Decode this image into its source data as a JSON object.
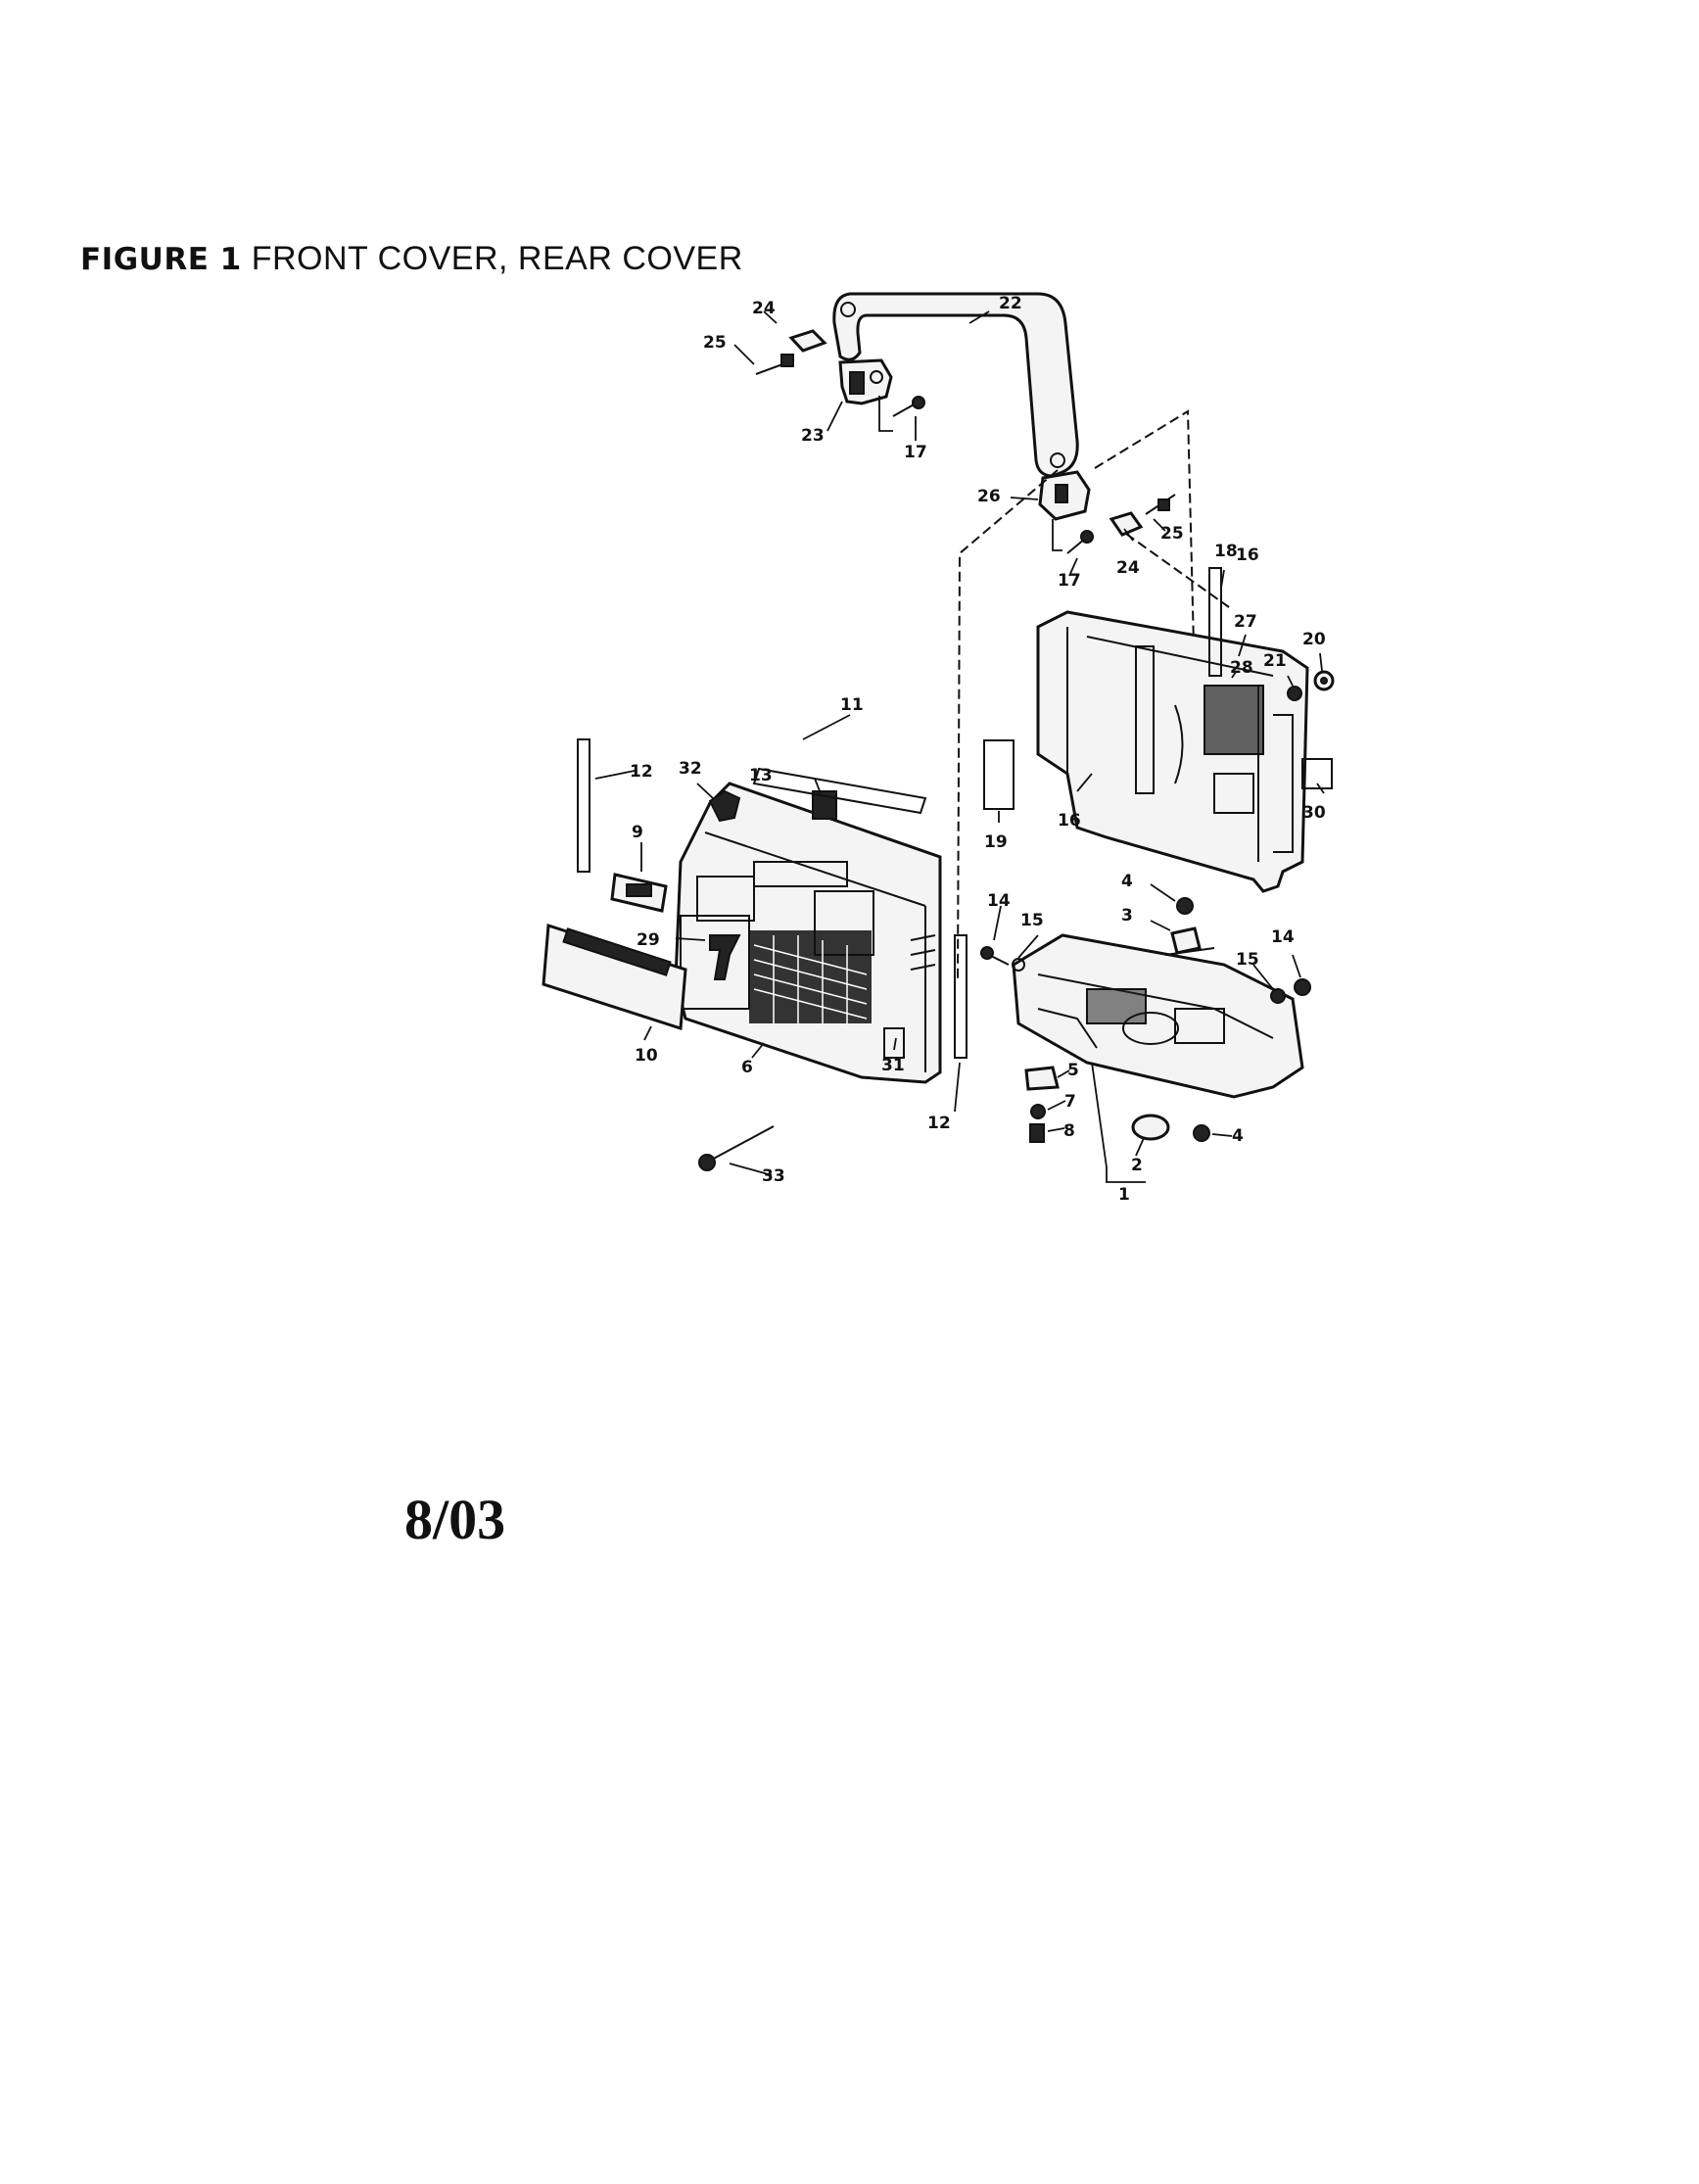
{
  "figure": {
    "number": "FIGURE 1",
    "name": "FRONT COVER, REAR COVER"
  },
  "date_code": "8/03",
  "callouts": {
    "c1": "1",
    "c2": "2",
    "c3": "3",
    "c4a": "4",
    "c4b": "4",
    "c5": "5",
    "c7": "7",
    "c8": "8",
    "c6": "6",
    "c9": "9",
    "c10": "10",
    "c11": "11",
    "c12a": "12",
    "c12b": "12",
    "c13": "13",
    "c14a": "14",
    "c14b": "14",
    "c15a": "15",
    "c15b": "15",
    "c16a": "16",
    "c16b": "16",
    "c17a": "17",
    "c17b": "17",
    "c18": "18",
    "c19": "19",
    "c20": "20",
    "c21": "21",
    "c22": "22",
    "c23": "23",
    "c24a": "24",
    "c24b": "24",
    "c25a": "25",
    "c25b": "25",
    "c26": "26",
    "c27": "27",
    "c28": "28",
    "c29": "29",
    "c30": "30",
    "c31": "31",
    "c32": "32",
    "c33": "33"
  }
}
